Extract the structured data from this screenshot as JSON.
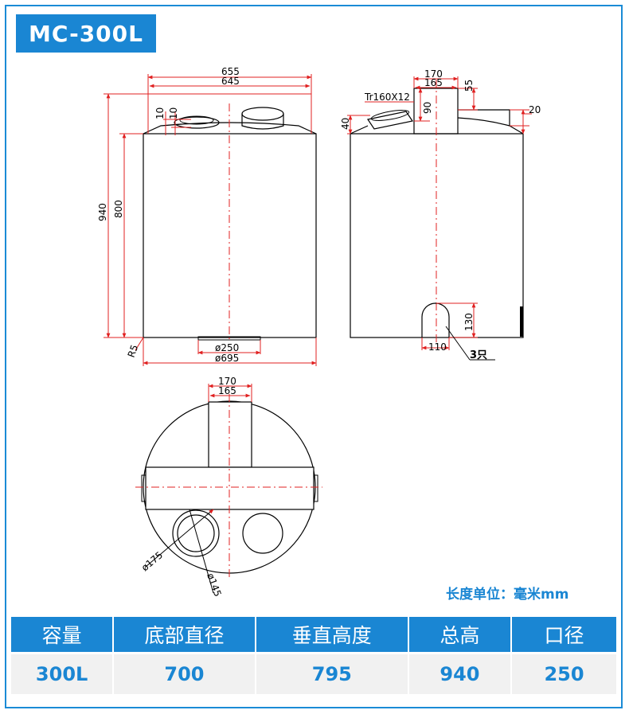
{
  "title": "MC-300L",
  "unit_note": "长度单位：毫米mm",
  "front_view": {
    "dim_655": "655",
    "dim_645": "645",
    "dim_10a": "10",
    "dim_10b": "10",
    "dim_940": "940",
    "dim_800": "800",
    "dim_r5": "R5",
    "dim_d250": "ø250",
    "dim_d695": "ø695"
  },
  "side_view": {
    "dim_170": "170",
    "dim_165": "165",
    "dim_55": "55",
    "dim_thread": "Tr160X12",
    "dim_90": "90",
    "dim_40": "40",
    "dim_20": "20",
    "dim_130": "130",
    "dim_110": "110",
    "note_3": "3只"
  },
  "top_view": {
    "dim_170": "170",
    "dim_165": "165",
    "dim_d175": "ø175",
    "dim_d145": "ø145"
  },
  "spec_table": {
    "headers": [
      "容量",
      "底部直径",
      "垂直高度",
      "总高",
      "口径"
    ],
    "values": [
      "300L",
      "700",
      "795",
      "940",
      "250"
    ]
  },
  "colors": {
    "accent": "#1a86d3",
    "dimension": "#e02020",
    "outline": "#000000"
  }
}
